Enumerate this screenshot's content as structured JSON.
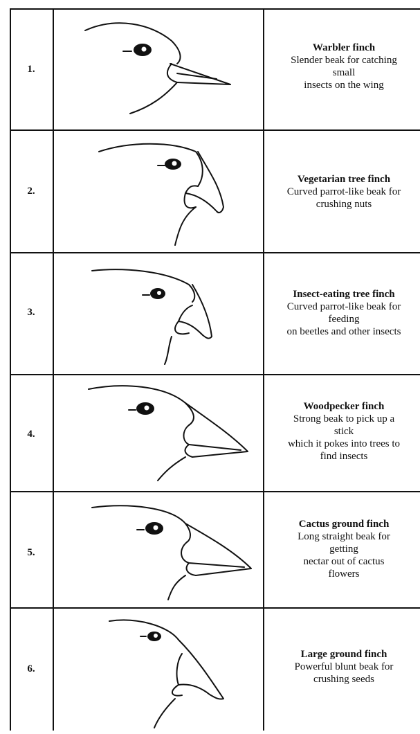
{
  "rows": [
    {
      "number": "1.",
      "name": "Warbler finch",
      "lines": [
        "Slender beak for catching",
        "small",
        "insects on the wing"
      ],
      "icon": "warbler-finch-sketch"
    },
    {
      "number": "2.",
      "name": "Vegetarian tree finch",
      "lines": [
        "Curved parrot-like beak for",
        "crushing nuts"
      ],
      "icon": "vegetarian-tree-finch-sketch"
    },
    {
      "number": "3.",
      "name": "Insect-eating tree finch",
      "lines": [
        "Curved parrot-like beak for",
        "feeding",
        "on beetles and other insects"
      ],
      "icon": "insect-eating-tree-finch-sketch"
    },
    {
      "number": "4.",
      "name": "Woodpecker finch",
      "lines": [
        "Strong beak to pick up a",
        "stick",
        "which it pokes into trees to",
        "find insects"
      ],
      "icon": "woodpecker-finch-sketch"
    },
    {
      "number": "5.",
      "name": "Cactus ground finch",
      "lines": [
        "Long straight beak for",
        "getting",
        "nectar out of cactus",
        "flowers"
      ],
      "icon": "cactus-ground-finch-sketch"
    },
    {
      "number": "6.",
      "name": "Large ground finch",
      "lines": [
        "Powerful blunt beak for",
        "crushing seeds"
      ],
      "icon": "large-ground-finch-sketch"
    }
  ]
}
